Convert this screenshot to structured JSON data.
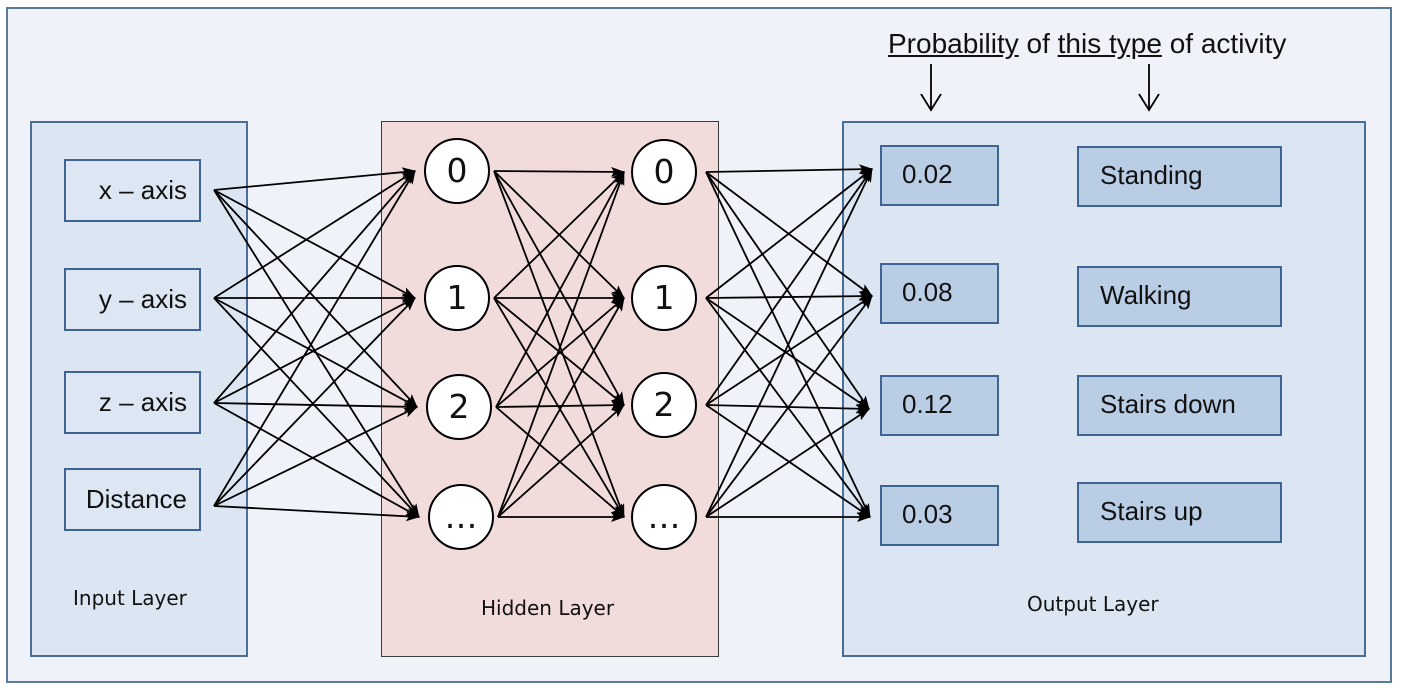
{
  "caption": {
    "part1": "Probability",
    "part2": " of ",
    "part3": "this type",
    "part4": " of activity"
  },
  "input_layer": {
    "label": "Input Layer",
    "items": [
      "x – axis",
      "y – axis",
      "z – axis",
      "Distance"
    ]
  },
  "hidden_layer": {
    "label": "Hidden Layer",
    "column1": [
      "0",
      "1",
      "2",
      "…"
    ],
    "column2": [
      "0",
      "1",
      "2",
      "…"
    ]
  },
  "output_layer": {
    "label": "Output Layer",
    "probabilities": [
      "0.02",
      "0.08",
      "0.12",
      "0.03"
    ],
    "activities": [
      "Standing",
      "Walking",
      "Stairs down",
      "Stairs up"
    ]
  }
}
